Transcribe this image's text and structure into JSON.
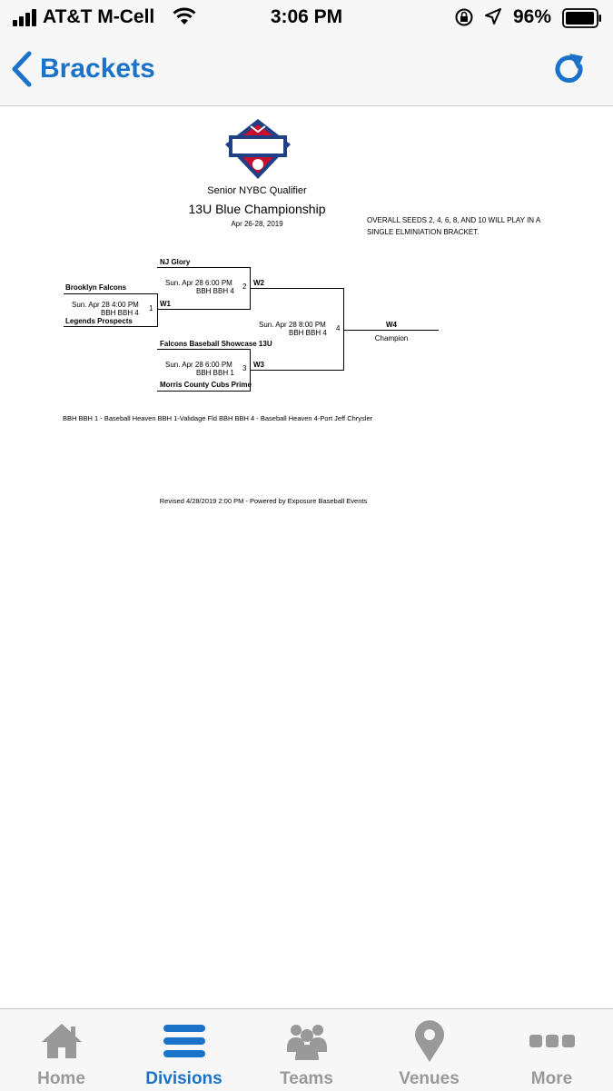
{
  "status_bar": {
    "carrier": "AT&T M-Cell",
    "time": "3:06 PM",
    "battery": "96%"
  },
  "nav": {
    "back_label": "Brackets"
  },
  "bracket": {
    "event_name": "Senior NYBC Qualifier",
    "division": "13U Blue Championship",
    "dates": "Apr 26-28, 2019",
    "note_line1": "OVERALL SEEDS 2, 4, 6, 8, AND 10 WILL PLAY IN A",
    "note_line2": "SINGLE ELMINIATION BRACKET.",
    "games": [
      {
        "number": "1",
        "time": "Sun. Apr 28 4:00 PM",
        "field": "BBH BBH 4",
        "top_team": "Brooklyn Falcons",
        "bottom_team": "Legends Prospects",
        "winner_label": "W1"
      },
      {
        "number": "2",
        "time": "Sun. Apr 28 6:00 PM",
        "field": "BBH BBH 4",
        "top_team": "NJ Glory",
        "winner_label": "W2"
      },
      {
        "number": "3",
        "time": "Sun. Apr 28 6:00 PM",
        "field": "BBH BBH 1",
        "top_team": "Falcons Baseball Showcase 13U",
        "bottom_team": "Morris County Cubs Prime",
        "winner_label": "W3"
      },
      {
        "number": "4",
        "time": "Sun. Apr 28 8:00 PM",
        "field": "BBH BBH 4",
        "winner_label": "W4"
      }
    ],
    "champion_label": "Champion",
    "legend": "BBH BBH 1 - Baseball Heaven BBH 1-Validage Fld   BBH BBH 4 - Baseball Heaven 4-Port Jeff Chrysler",
    "revised": "Revised 4/28/2019 2:00 PM - Powered by Exposure Baseball Events"
  },
  "tabs": [
    {
      "label": "Home",
      "icon": "home-icon"
    },
    {
      "label": "Divisions",
      "icon": "divisions-icon"
    },
    {
      "label": "Teams",
      "icon": "teams-icon"
    },
    {
      "label": "Venues",
      "icon": "venues-icon"
    },
    {
      "label": "More",
      "icon": "more-icon"
    }
  ],
  "colors": {
    "accent": "#1a73c9",
    "tab_inactive": "#999999",
    "bar_background": "#f7f7f7"
  }
}
